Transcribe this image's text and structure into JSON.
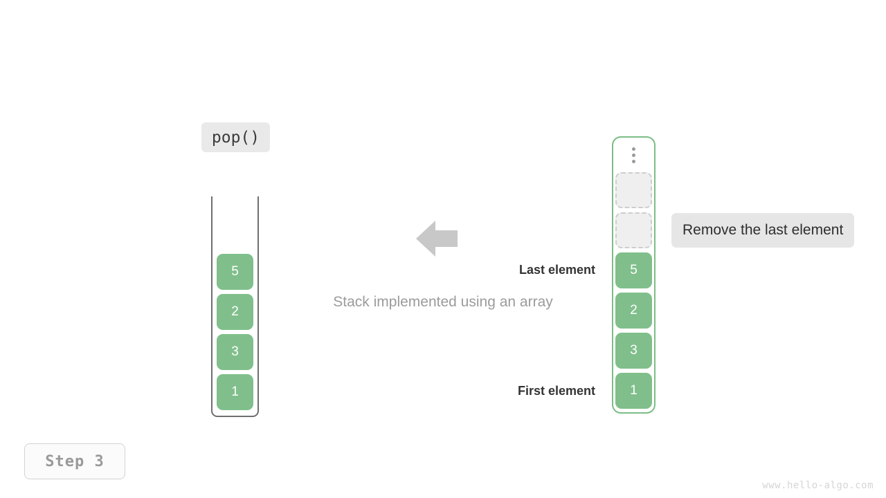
{
  "operation": {
    "label": "pop()"
  },
  "caption": "Stack implemented using an array",
  "labels": {
    "last_element": "Last element",
    "first_element": "First element"
  },
  "tooltip": {
    "text": "Remove the last element"
  },
  "step": {
    "label": "Step 3"
  },
  "watermark": "www.hello-algo.com",
  "left_stack": {
    "name": "stack-container",
    "cells": [
      {
        "value": "5"
      },
      {
        "value": "2"
      },
      {
        "value": "3"
      },
      {
        "value": "1"
      }
    ]
  },
  "right_stack": {
    "name": "array-container",
    "ellipsis_icon": "vertical-ellipsis-icon",
    "cells": [
      {
        "value": "",
        "state": "empty"
      },
      {
        "value": "",
        "state": "empty"
      },
      {
        "value": "5",
        "state": "filled"
      },
      {
        "value": "2",
        "state": "filled"
      },
      {
        "value": "3",
        "state": "filled"
      },
      {
        "value": "1",
        "state": "filled"
      }
    ]
  },
  "arrow": {
    "icon": "arrow-left-icon",
    "direction": "left"
  },
  "colors": {
    "cell_fill": "#80bf8b",
    "cell_text": "#ffffff",
    "empty_fill": "#efefef",
    "empty_border": "#cdcdcd",
    "container_border": "#7bbd86",
    "wall": "#6f6f6f",
    "arrow": "#c8c8c8",
    "badge_bg": "#e9e9e9",
    "tooltip_bg": "#e6e6e6",
    "caption_text": "#9b9b9b",
    "step_text": "#9a9a9a",
    "watermark_text": "#d6d6d6"
  }
}
